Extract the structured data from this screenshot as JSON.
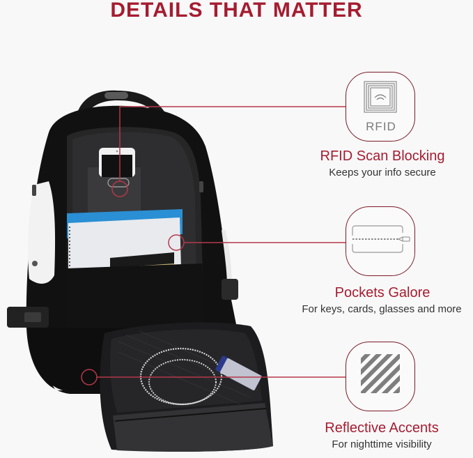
{
  "header": {
    "title": "DETAILS THAT MATTER"
  },
  "colors": {
    "accent": "#a51c30",
    "callout_line": "#b5384a",
    "icon_border": "#7a1a26",
    "icon_gray": "#8a8a8a",
    "subtitle": "#333333",
    "background": "#f8f8f8"
  },
  "product": {
    "image": "backpack-open-icon",
    "contents": [
      "phone",
      "blue folder",
      "notebook",
      "mesh pocket",
      "charging cable",
      "power bank"
    ]
  },
  "features": [
    {
      "icon": "rfid-icon",
      "icon_label": "RFID",
      "title": "RFID Scan Blocking",
      "subtitle": "Keeps your info secure"
    },
    {
      "icon": "zipper-pocket-icon",
      "title": "Pockets Galore",
      "subtitle": "For keys, cards, glasses and more"
    },
    {
      "icon": "reflective-stripes-icon",
      "title": "Reflective Accents",
      "subtitle": "For nighttime visibility"
    }
  ]
}
